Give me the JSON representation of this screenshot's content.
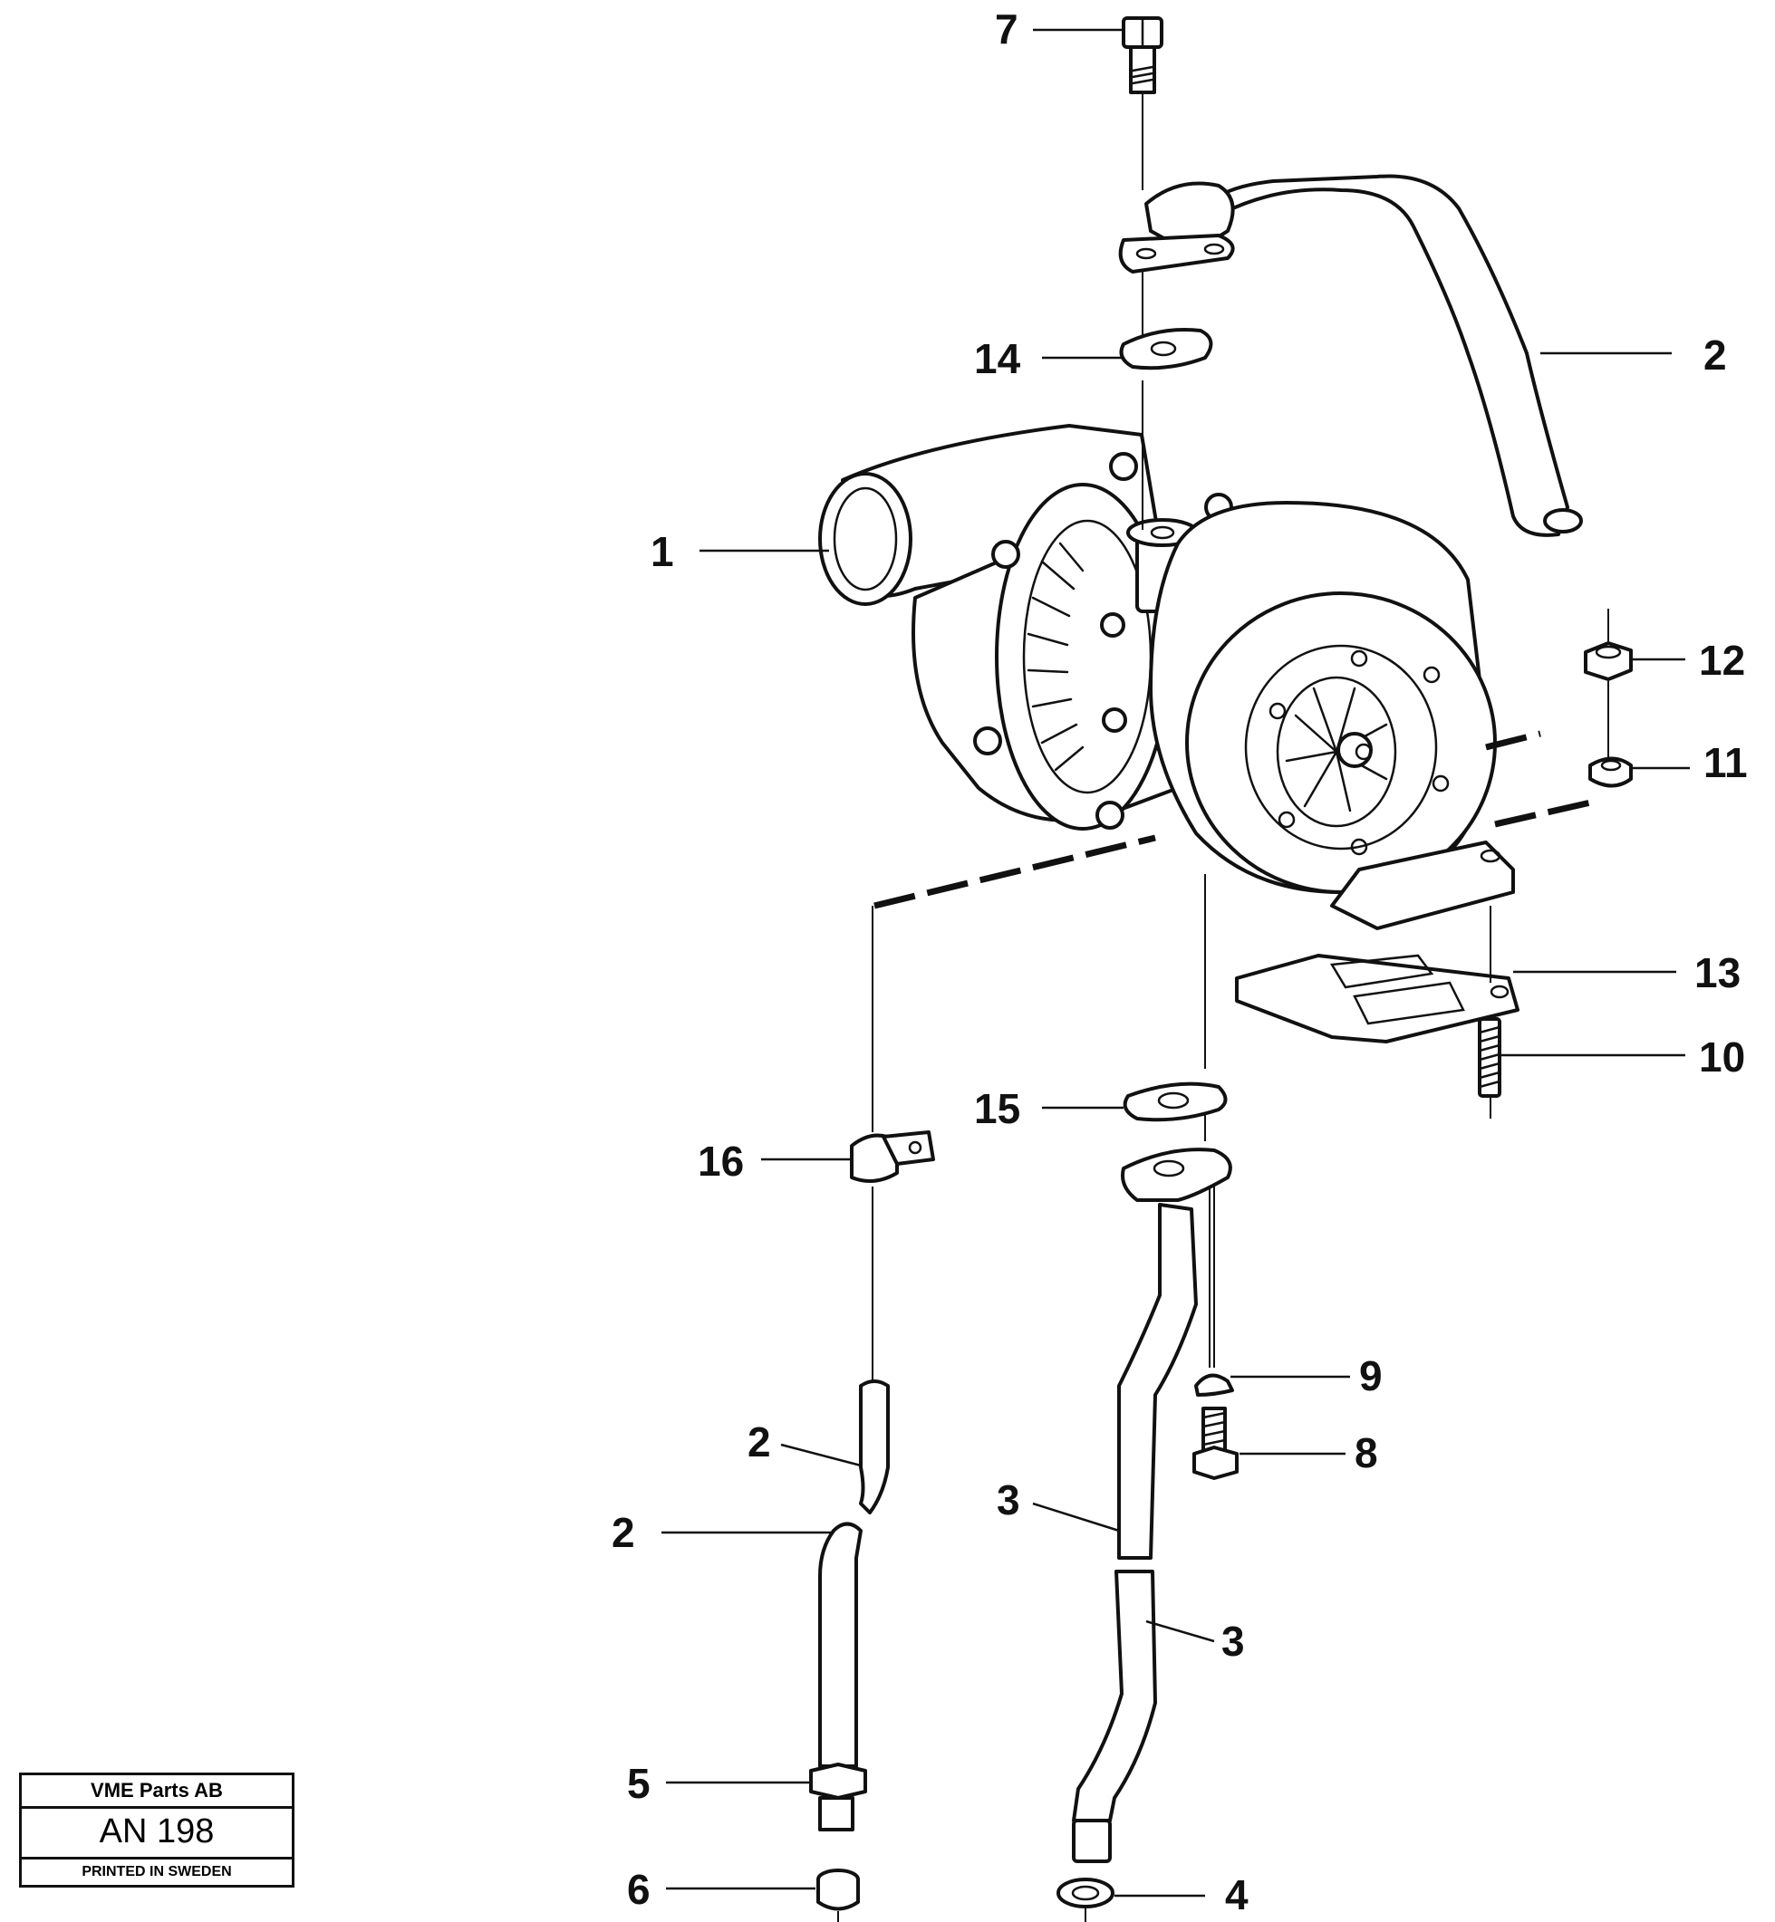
{
  "callouts": {
    "c1": "1",
    "c2_top": "2",
    "c2_mid": "2",
    "c2_low": "2",
    "c3_upper": "3",
    "c3_lower": "3",
    "c4": "4",
    "c5": "5",
    "c6": "6",
    "c7": "7",
    "c8": "8",
    "c9": "9",
    "c10": "10",
    "c11": "11",
    "c12": "12",
    "c13": "13",
    "c14": "14",
    "c15": "15",
    "c16": "16"
  },
  "stamp": {
    "company": "VME Parts AB",
    "code": "AN 198",
    "printed": "PRINTED IN SWEDEN"
  }
}
